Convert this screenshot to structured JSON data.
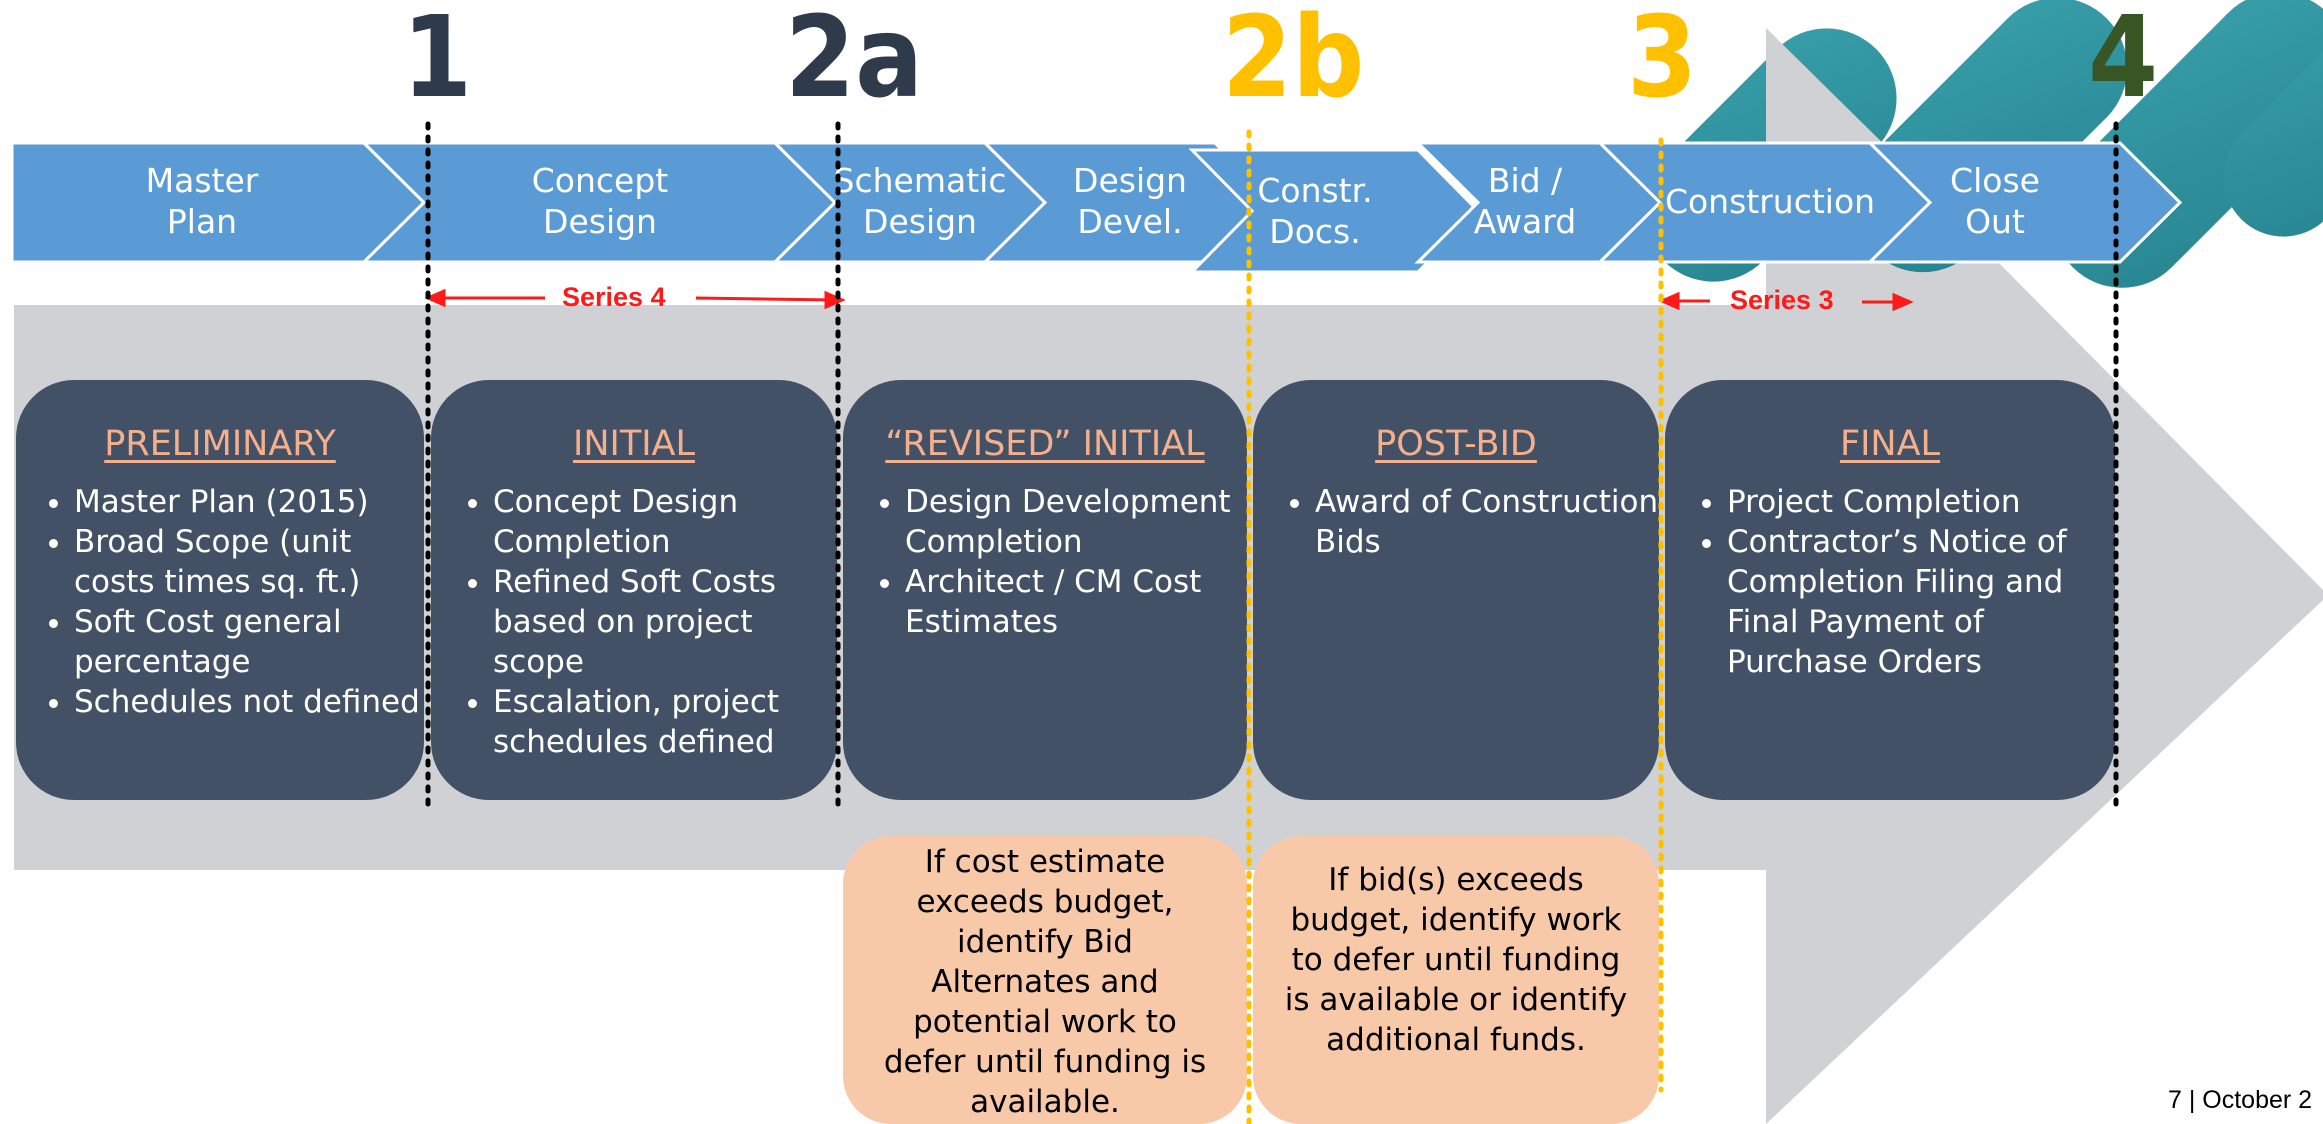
{
  "phases": [
    {
      "label": "Master\nPlan"
    },
    {
      "label": "Concept\nDesign"
    },
    {
      "label": "Schematic\nDesign"
    },
    {
      "label": "Design\nDevel."
    },
    {
      "label": "Constr.\nDocs."
    },
    {
      "label": "Bid /\nAward"
    },
    {
      "label": "Construction"
    },
    {
      "label": "Close\nOut"
    }
  ],
  "milestones": [
    {
      "label": "1",
      "color": "#2F3A4A"
    },
    {
      "label": "2a",
      "color": "#2F3A4A"
    },
    {
      "label": "2b",
      "color": "#FFC000"
    },
    {
      "label": "3",
      "color": "#FFC000"
    },
    {
      "label": "4",
      "color": "#375623"
    }
  ],
  "series_labels": {
    "series4": "Series 4",
    "series3": "Series 3"
  },
  "cards": [
    {
      "title": "PRELIMINARY",
      "items": [
        "Master Plan (2015)",
        "Broad Scope (unit costs times sq. ft.)",
        "Soft Cost general percentage",
        "Schedules not defined"
      ]
    },
    {
      "title": "INITIAL",
      "items": [
        "Concept Design Completion",
        "Refined Soft Costs based on project scope",
        "Escalation, project schedules defined"
      ]
    },
    {
      "title": "“REVISED” INITIAL",
      "items": [
        "Design Development Completion",
        "Architect / CM Cost Estimates"
      ]
    },
    {
      "title": "POST-BID",
      "items": [
        "Award of Construction Bids"
      ]
    },
    {
      "title": "FINAL",
      "items": [
        "Project Completion",
        "Contractor’s Notice of Completion Filing and Final Payment of Purchase Orders"
      ]
    }
  ],
  "notes": [
    {
      "text": "If cost estimate exceeds budget, identify Bid Alternates and potential work to defer until funding is available."
    },
    {
      "text": "If bid(s) exceeds budget, identify work to defer until funding is available or identify additional funds."
    }
  ],
  "footer": {
    "text": "7 | October 2"
  },
  "colors": {
    "chevron": "#5B9BD5",
    "card": "#435167",
    "note": "#F7C9A8",
    "big_arrow": "#D0D1D4",
    "accent_red": "#FF1A1A",
    "title_orange": "#F4B08C"
  }
}
